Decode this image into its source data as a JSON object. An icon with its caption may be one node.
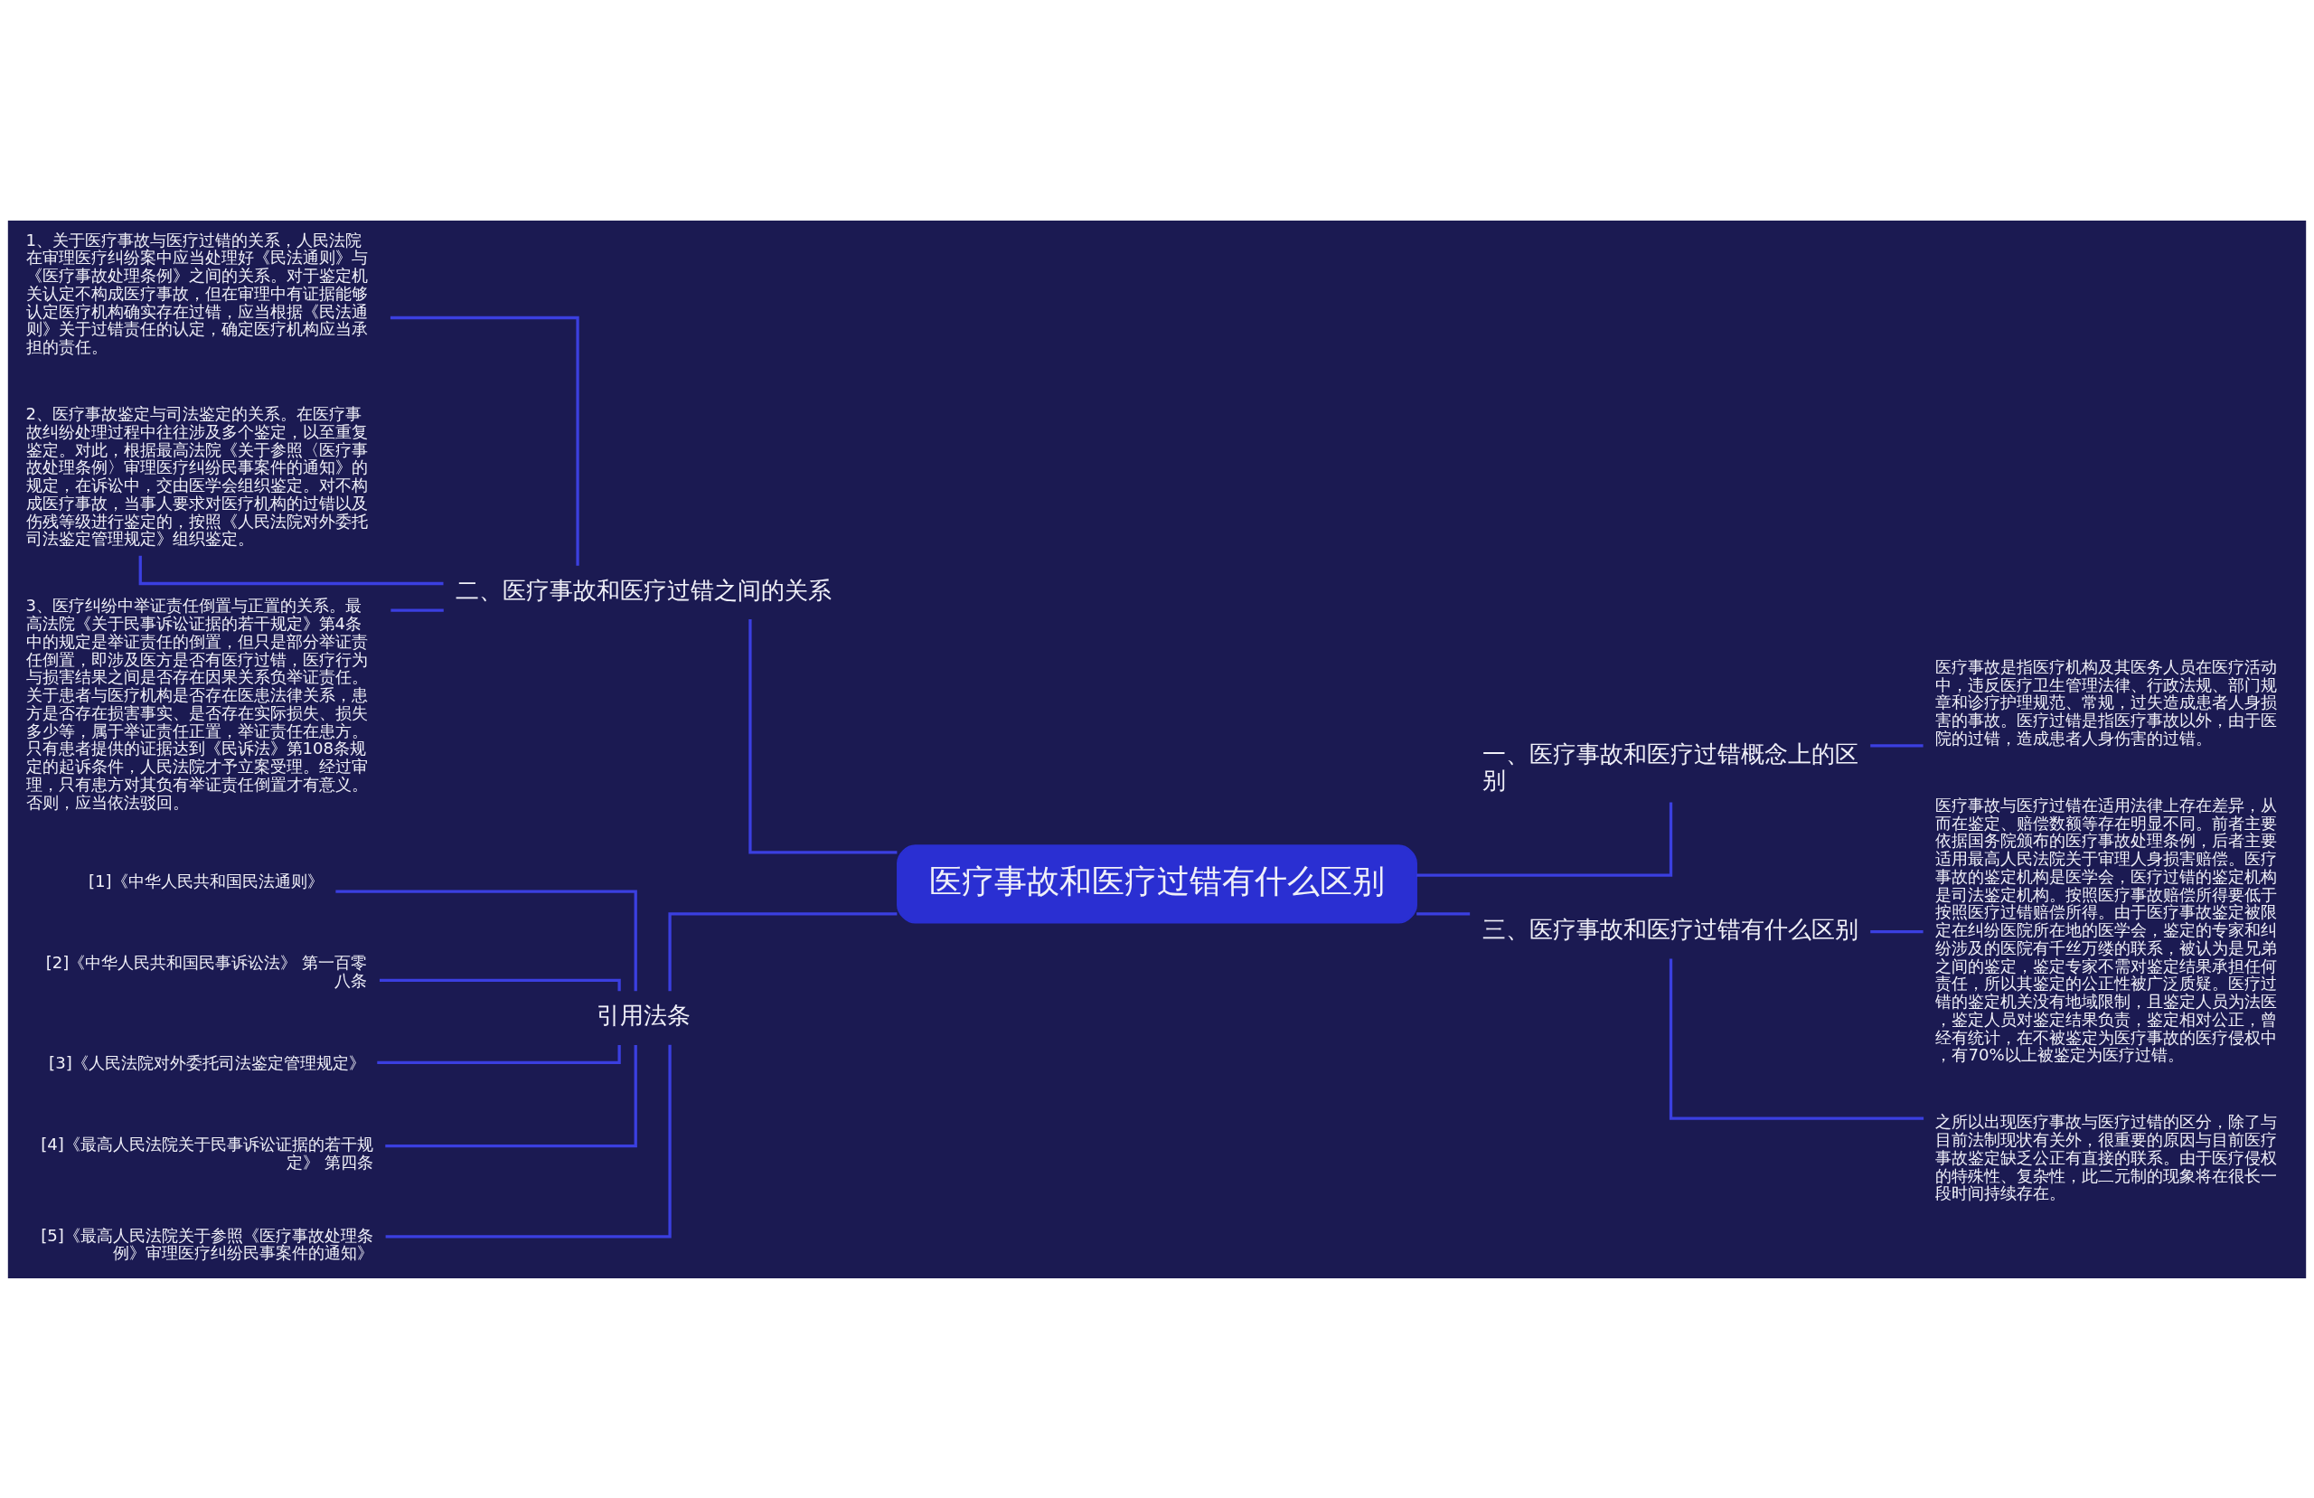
{
  "diagram": {
    "nodes": [
      {
        "text": [
          "医疗事故和医疗过错有什么区别"
        ]
      },
      {
        "text": [
          "二、医疗事故和医疗过错之间的关系"
        ]
      },
      {
        "text": [
          "1、关于医疗事故与医疗过错的关系，人民法院在审理医疗纠纷案中应当处理好《民法通则》与《医疗事故处理条例》之间的关系。对于鉴定机关认定不构成医疗事故，但在审理中有证据能够认定医疗机构确实存在过错，应当根据《民法通则》关于过错责任的认定，确定医疗机构应当承担的责任。"
        ]
      },
      {
        "text": [
          "2、医疗事故鉴定与司法鉴定的关系。在医疗事故纠纷处理过程中往往涉及多个鉴定，以至重复鉴定。对此，根据最高法院《关于参照〈医疗事故处理条例〉审理医疗纠纷民事案件的通知》的规定，在诉讼中，交由医学会组织鉴定。对不构成医疗事故，当事人要求对医疗机构的过错以及伤残等级进行鉴定的，按照《人民法院对外委托司法鉴定管理规定》组织鉴定。"
        ]
      },
      {
        "text": [
          "3、医疗纠纷中举证责任倒置与正置的关系。最高法院《关于民事诉讼证据的若干规定》第4条中的规定是举证责任的倒置，但只是部分举证责任倒置，即涉及医方是否有医疗过错，医疗行为与损害结果之间是否存在因果关系负举证责任。关于患者与医疗机构是否存在医患法律关系，患方是否存在损害事实、是否存在实际损失、损失多少等，属于举证责任正置，举证责任在患方。只有患者提供的证据达到《民诉法》第108条规定的起诉条件，人民法院才予立案受理。经过审理，只有患方对其负有举证责任倒置才有意义。否则，应当依法驳回。"
        ]
      },
      {
        "text": [
          "引用法条"
        ]
      },
      {
        "text": [
          "[1]《中华人民共和国民法通则》"
        ]
      },
      {
        "text": [
          "[2]《中华人民共和国民事诉讼法》 第一百零八条"
        ]
      },
      {
        "text": [
          "[3]《人民法院对外委托司法鉴定管理规定》"
        ]
      },
      {
        "text": [
          "[4]《最高人民法院关于民事诉讼证据的若干规定》 第四条"
        ]
      },
      {
        "text": [
          "[5]《最高人民法院关于参照《医疗事故处理条例》审理医疗纠纷民事案件的通知》"
        ]
      },
      {
        "text": [
          "一、医疗事故和医疗过错概念上的区别"
        ]
      },
      {
        "text": [
          "医疗事故是指医疗机构及其医务人员在医疗活动中，违反医疗卫生管理法律、行政法规、部门规章和诊疗护理规范、常规，过失造成患者人身损害的事故。医疗过错是指医疗事故以外，由于医院的过错，造成患者人身伤害的过错。"
        ]
      },
      {
        "text": [
          "三、医疗事故和医疗过错有什么区别"
        ]
      },
      {
        "text": [
          "医疗事故与医疗过错在适用法律上存在差异，从而在鉴定、赔偿数额等存在明显不同。前者主要依据国务院颁布的医疗事故处理条例，后者主要适用最高人民法院关于审理人身损害赔偿。医疗事故的鉴定机构是医学会，医疗过错的鉴定机构是司法鉴定机构。按照医疗事故赔偿所得要低于按照医疗过错赔偿所得。由于医疗事故鉴定被限定在纠纷医院所在地的医学会，鉴定的专家和纠纷涉及的医院有千丝万缕的联系，被认为是兄弟之间的鉴定，鉴定专家不需对鉴定结果承担任何责任，所以其鉴定的公正性被广泛质疑。医疗过错的鉴定机关没有地域限制，且鉴定人员为法医，鉴定人员对鉴定结果负责，鉴定相对公正，曾经有统计，在不被鉴定为医疗事故的医疗侵权中，有70%以上被鉴定为医疗过错。"
        ]
      },
      {
        "text": [
          "之所以出现医疗事故与医疗过错的区分，除了与目前法制现状有关外，很重要的原因与目前医疗事故鉴定缺乏公正有直接的联系。由于医疗侵权的特殊性、复杂性，此二元制的现象将在很长一段时间持续存在。"
        ]
      }
    ],
    "edges": [
      {
        "from": 0,
        "to": 1,
        "arrow": "none"
      },
      {
        "from": 1,
        "to": 2,
        "arrow": "none"
      },
      {
        "from": 1,
        "to": 3,
        "arrow": "none"
      },
      {
        "from": 1,
        "to": 4,
        "arrow": "none"
      },
      {
        "from": 0,
        "to": 5,
        "arrow": "none"
      },
      {
        "from": 5,
        "to": 6,
        "arrow": "none"
      },
      {
        "from": 5,
        "to": 7,
        "arrow": "none"
      },
      {
        "from": 5,
        "to": 8,
        "arrow": "none"
      },
      {
        "from": 5,
        "to": 9,
        "arrow": "none"
      },
      {
        "from": 5,
        "to": 10,
        "arrow": "none"
      },
      {
        "from": 0,
        "to": 11,
        "arrow": "none"
      },
      {
        "from": 11,
        "to": 12,
        "arrow": "none"
      },
      {
        "from": 0,
        "to": 13,
        "arrow": "none"
      },
      {
        "from": 13,
        "to": 14,
        "arrow": "none"
      },
      {
        "from": 13,
        "to": 15,
        "arrow": "none"
      }
    ]
  }
}
